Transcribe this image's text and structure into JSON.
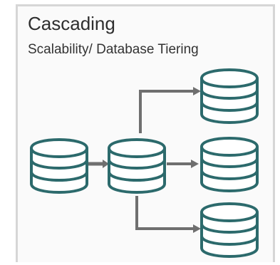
{
  "header": {
    "title": "Cascading",
    "subtitle": "Scalability/ Database Tiering"
  },
  "diagram": {
    "nodes": [
      {
        "name": "source-database",
        "icon": "database-icon"
      },
      {
        "name": "cascade-database",
        "icon": "database-icon"
      },
      {
        "name": "target-database-top",
        "icon": "database-icon"
      },
      {
        "name": "target-database-middle",
        "icon": "database-icon"
      },
      {
        "name": "target-database-bottom",
        "icon": "database-icon"
      }
    ],
    "edges": [
      {
        "from": "source-database",
        "to": "cascade-database"
      },
      {
        "from": "cascade-database",
        "to": "target-database-top"
      },
      {
        "from": "cascade-database",
        "to": "target-database-middle"
      },
      {
        "from": "cascade-database",
        "to": "target-database-bottom"
      }
    ]
  },
  "colors": {
    "database_stroke": "#2c6a6c",
    "arrow": "#6f6f6f",
    "text": "#2e2e2e",
    "card_border": "#d6d6d6"
  }
}
